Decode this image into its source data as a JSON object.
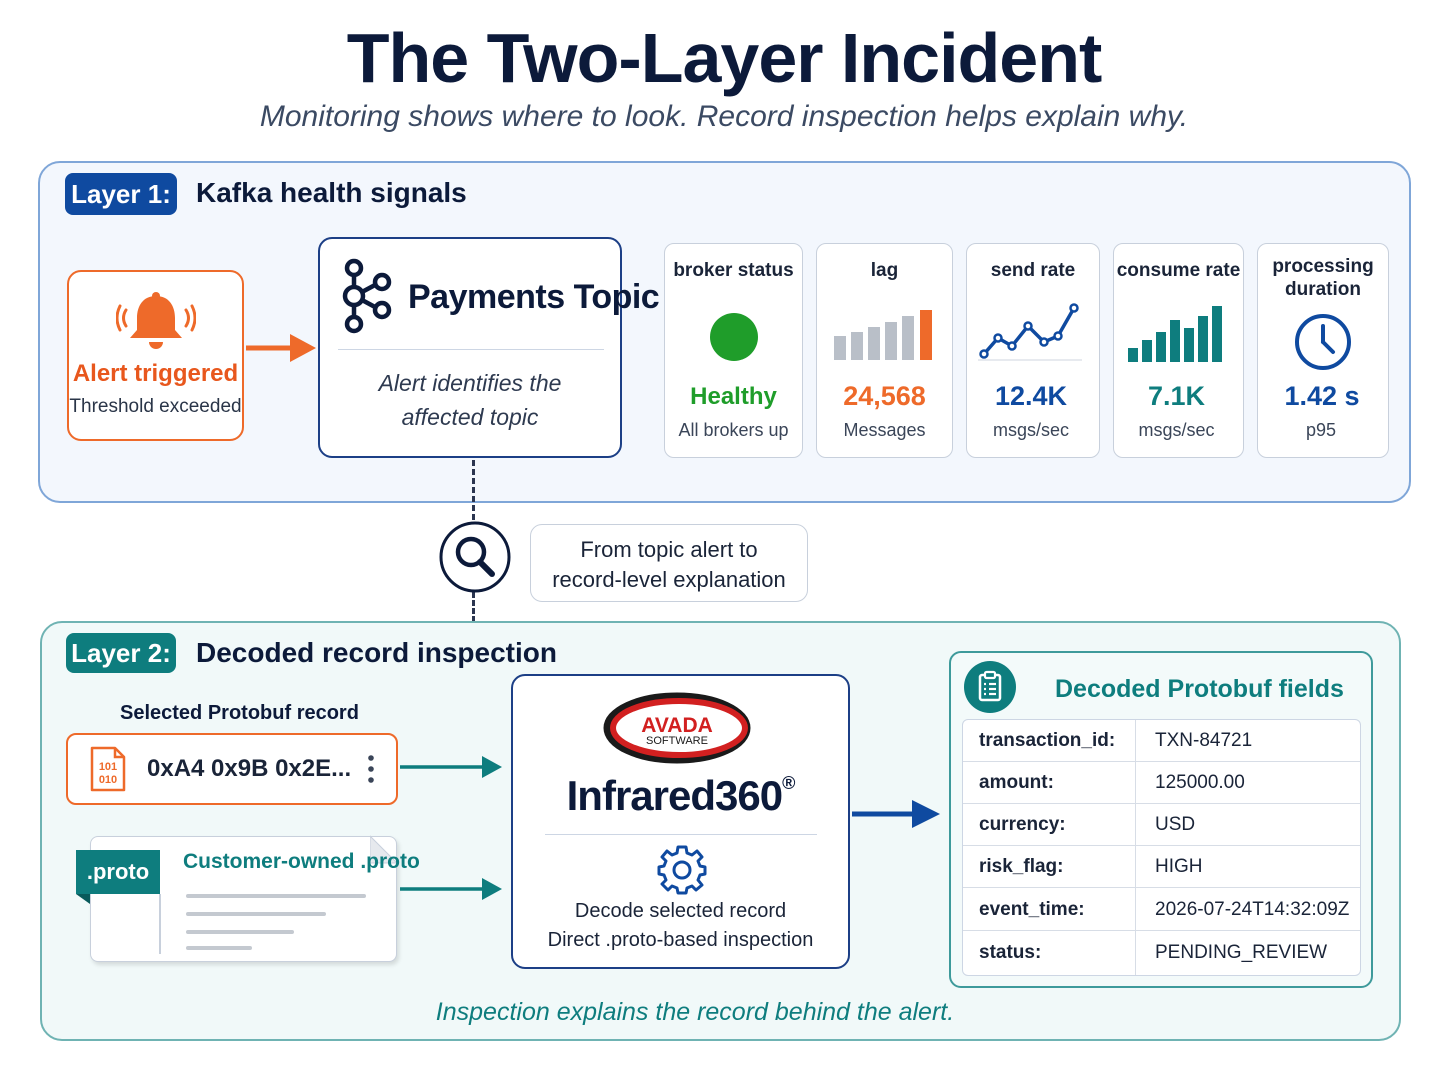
{
  "title": "The Two-Layer Incident",
  "subtitle": "Monitoring shows where to look. Record inspection helps explain why.",
  "layer1": {
    "badge": "Layer 1:",
    "heading": "Kafka health signals",
    "alert": {
      "title": "Alert triggered",
      "subtitle": "Threshold exceeded",
      "icon": "alarm-bell-icon"
    },
    "topic": {
      "title": "Payments Topic",
      "description_line1": "Alert identifies the",
      "description_line2": "affected topic",
      "icon": "kafka-logo-icon"
    },
    "metrics": [
      {
        "label": "broker status",
        "value": "Healthy",
        "unit": "All brokers up",
        "color": "#1f9d2a",
        "icon": "green-status-dot-icon"
      },
      {
        "label": "lag",
        "value": "24,568",
        "unit": "Messages",
        "color": "#ee6a2a",
        "icon": "bar-chart-icon"
      },
      {
        "label": "send rate",
        "value": "12.4K",
        "unit": "msgs/sec",
        "color": "#0f4aa0",
        "icon": "line-chart-icon"
      },
      {
        "label": "consume rate",
        "value": "7.1K",
        "unit": "msgs/sec",
        "color": "#0e7d7e",
        "icon": "bar-chart-icon"
      },
      {
        "label_line1": "processing",
        "label_line2": "duration",
        "value": "1.42 s",
        "unit": "p95",
        "color": "#0f4aa0",
        "icon": "clock-icon"
      }
    ]
  },
  "bridge": {
    "line1": "From topic alert to",
    "line2": "record-level explanation",
    "icon": "magnifier-icon"
  },
  "layer2": {
    "badge": "Layer 2:",
    "heading": "Decoded record inspection",
    "selected_label": "Selected Protobuf record",
    "record": {
      "hex": "0xA4 0x9B 0x2E...",
      "icon_line1": "101",
      "icon_line2": "010"
    },
    "proto": {
      "tab": ".proto",
      "title": "Customer-owned .proto"
    },
    "tool": {
      "logo_line1": "AVADA",
      "logo_line2": "SOFTWARE",
      "name": "Infrared360",
      "mark": "®",
      "line1": "Decode selected record",
      "line2": "Direct .proto-based inspection",
      "icon": "gear-icon"
    },
    "fields": {
      "title": "Decoded Protobuf fields",
      "icon": "clipboard-icon",
      "rows": [
        {
          "key": "transaction_id:",
          "value": "TXN-84721"
        },
        {
          "key": "amount:",
          "value": "125000.00"
        },
        {
          "key": "currency:",
          "value": "USD"
        },
        {
          "key": "risk_flag:",
          "value": "HIGH"
        },
        {
          "key": "event_time:",
          "value": "2026-07-24T14:32:09Z"
        },
        {
          "key": "status:",
          "value": "PENDING_REVIEW"
        }
      ]
    }
  },
  "footer": "Inspection explains the record behind the alert.",
  "colors": {
    "navy": "#0f4aa0",
    "teal": "#0e7d7e",
    "orange": "#ee6a2a",
    "green": "#1f9d2a"
  }
}
